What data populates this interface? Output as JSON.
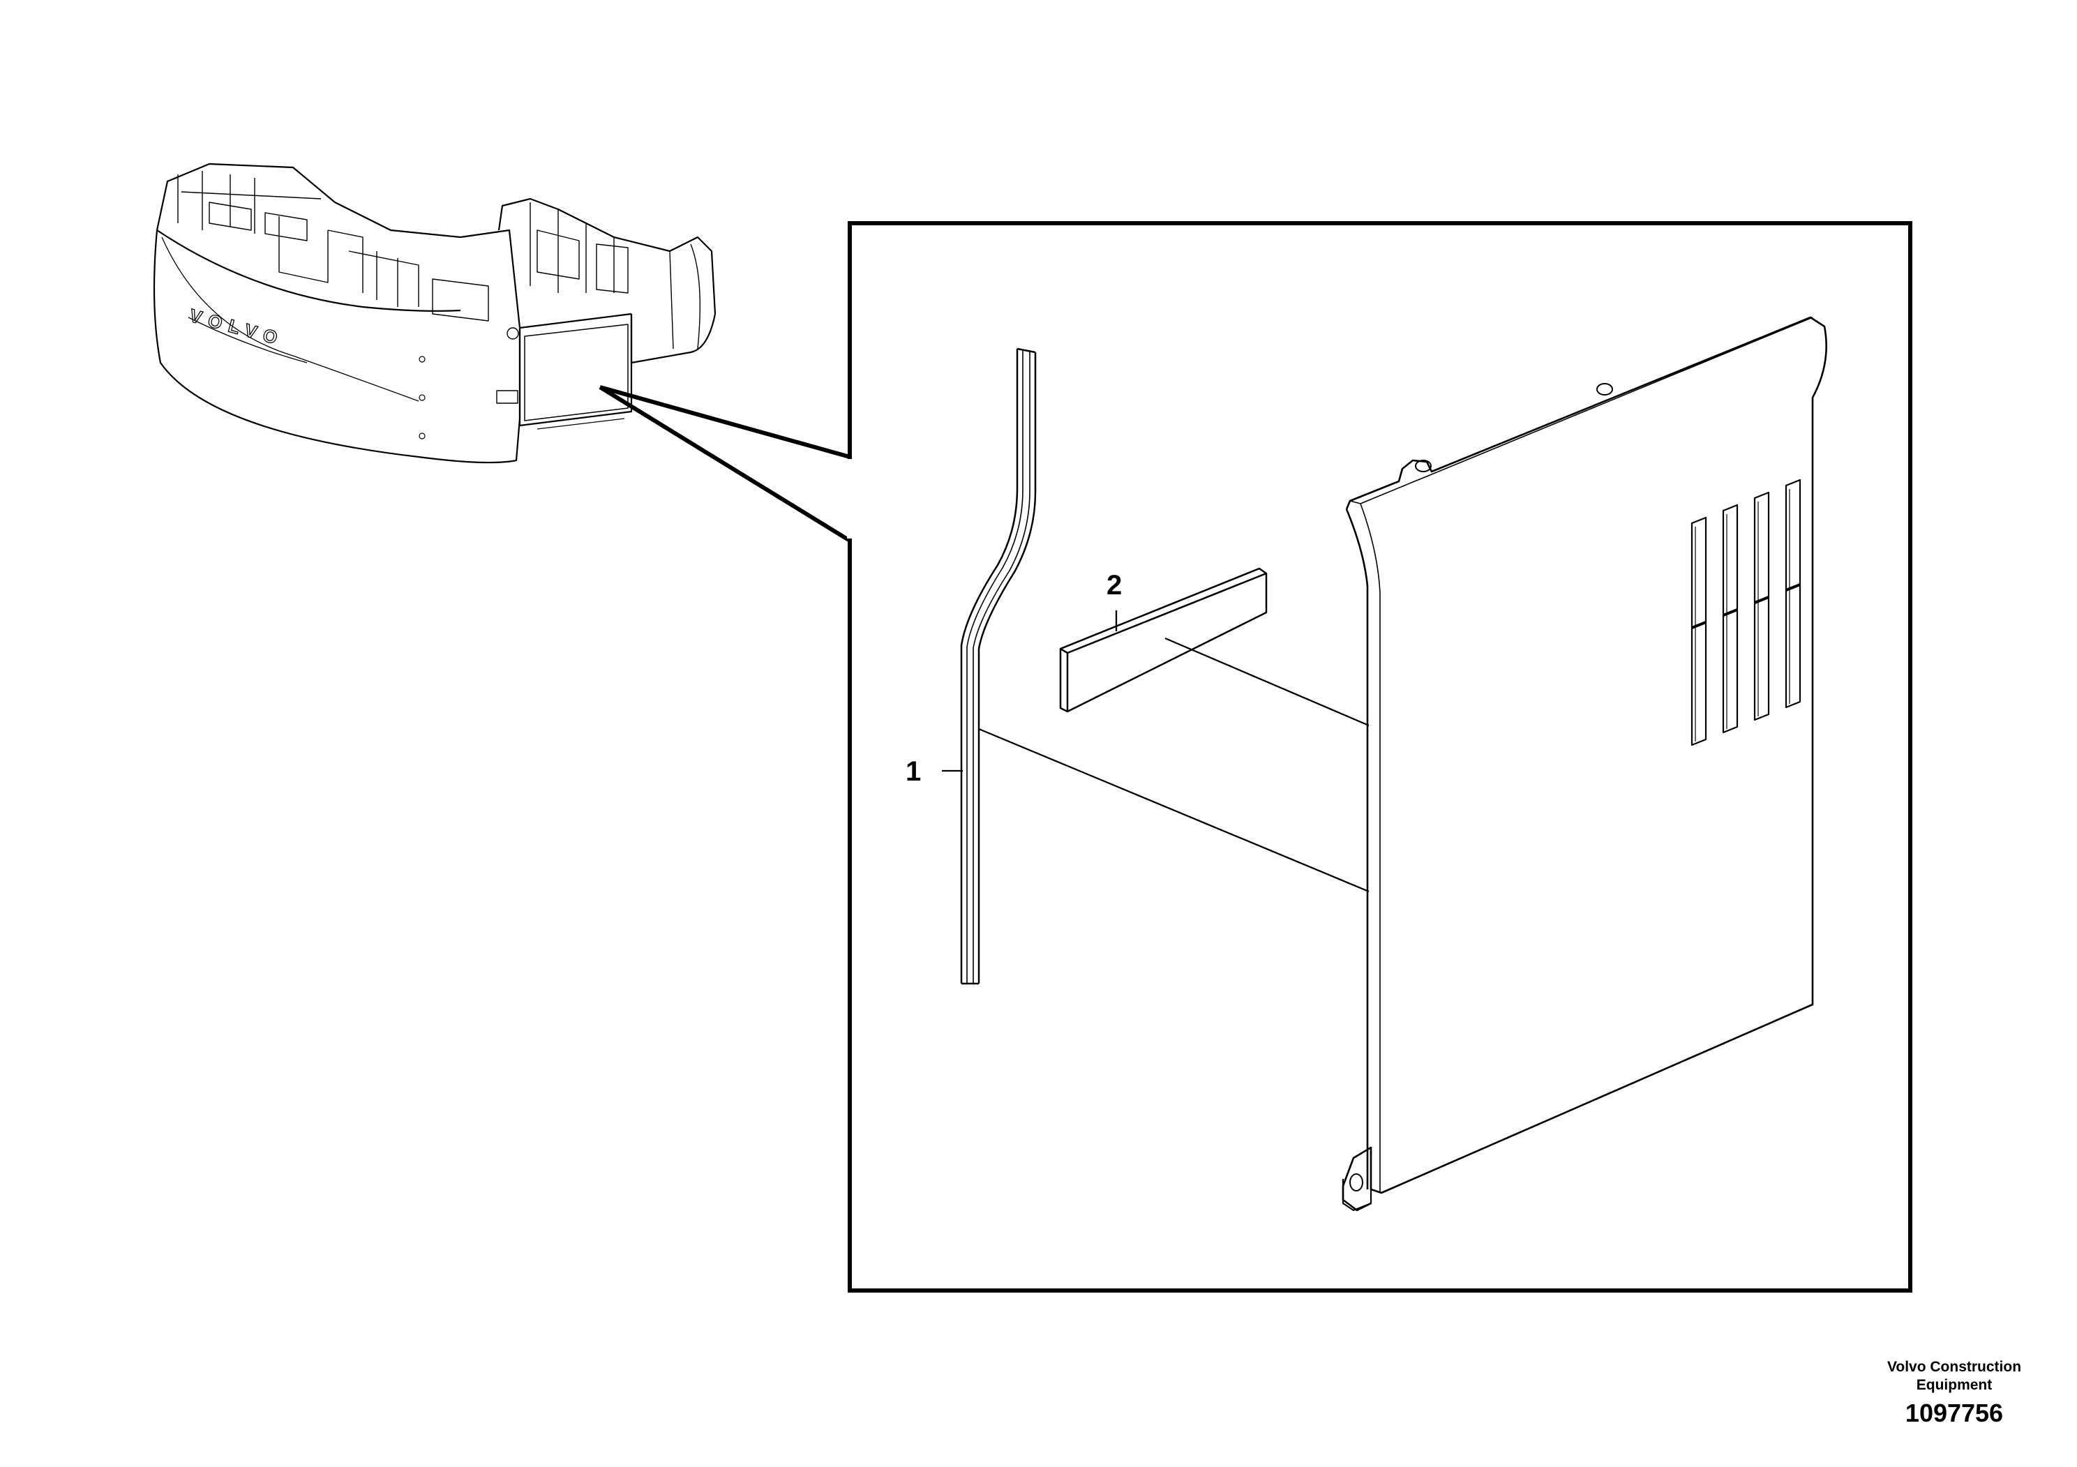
{
  "diagram": {
    "callouts": [
      {
        "id": "1",
        "label": "1"
      },
      {
        "id": "2",
        "label": "2"
      }
    ],
    "machine_text": "VOLVO"
  },
  "footer": {
    "company_line1": "Volvo Construction",
    "company_line2": "Equipment",
    "document_number": "1097756"
  },
  "colors": {
    "line": "#000000",
    "background": "#ffffff"
  }
}
